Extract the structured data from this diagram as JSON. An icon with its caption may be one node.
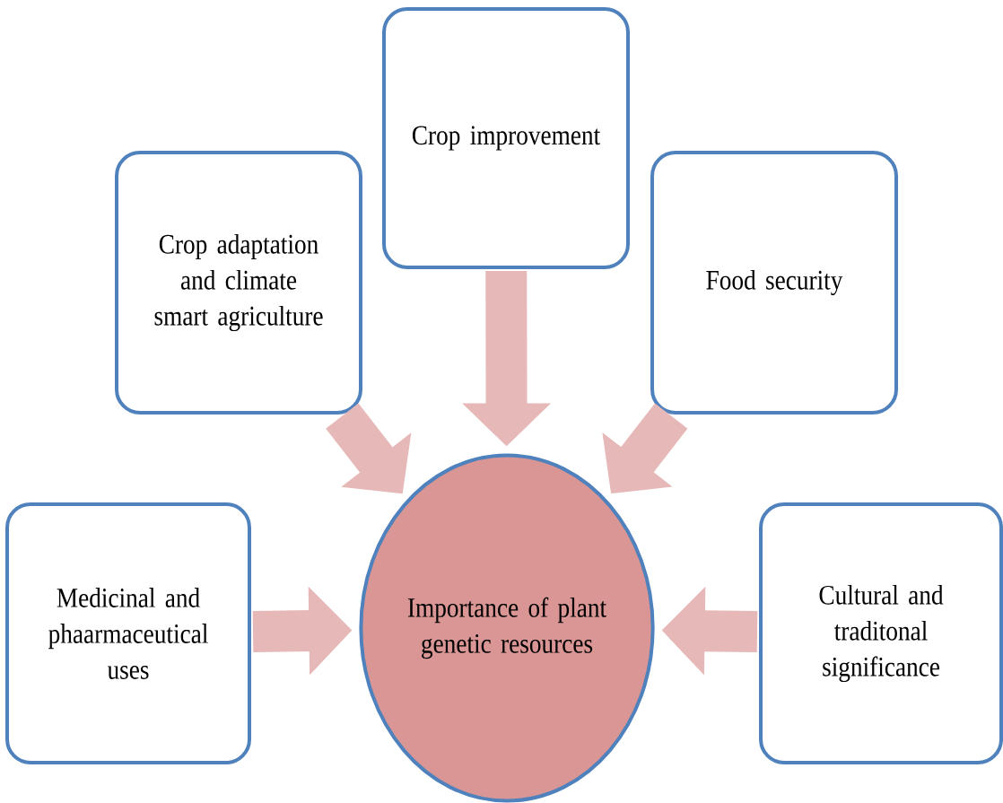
{
  "diagram": {
    "nodes": [
      {
        "text": [
          "Crop improvement"
        ]
      },
      {
        "text": [
          "Crop adaptation and climate smart agriculture"
        ]
      },
      {
        "text": [
          "Food security"
        ]
      },
      {
        "text": [
          "Medicinal and phaarmaceutical uses"
        ]
      },
      {
        "text": [
          "Importance of plant genetic resources"
        ]
      },
      {
        "text": [
          "Cultural and traditonal significance"
        ]
      }
    ],
    "edges": [
      {
        "from": 0,
        "to": 4,
        "arrow": "to"
      },
      {
        "from": 1,
        "to": 4,
        "arrow": "to"
      },
      {
        "from": 2,
        "to": 4,
        "arrow": "to"
      },
      {
        "from": 3,
        "to": 4,
        "arrow": "to"
      },
      {
        "from": 5,
        "to": 4,
        "arrow": "to"
      }
    ]
  }
}
